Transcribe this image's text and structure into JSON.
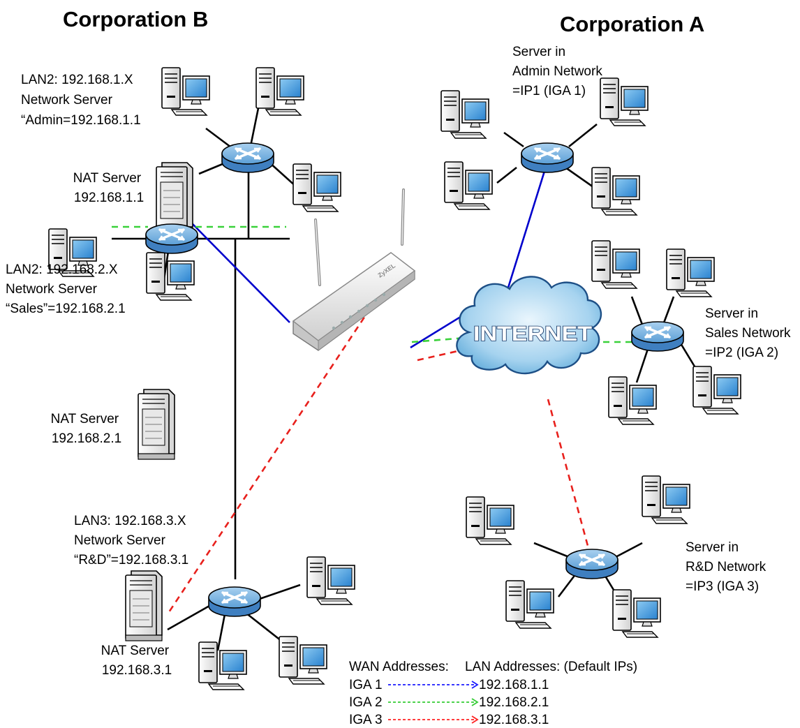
{
  "titles": {
    "corp_b": "Corporation B",
    "corp_a": "Corporation A"
  },
  "corp_b": {
    "lan1": [
      "LAN2: 192.168.1.X",
      "Network Server",
      "“Admin=192.168.1.1"
    ],
    "nat1": [
      "NAT Server",
      "192.168.1.1"
    ],
    "lan2": [
      "LAN2: 192.168.2.X",
      "Network Server",
      "“Sales”=192.168.2.1"
    ],
    "nat2": [
      "NAT Server",
      "192.168.2.1"
    ],
    "lan3": [
      "LAN3: 192.168.3.X",
      "Network Server",
      "“R&D”=192.168.3.1"
    ],
    "nat3": [
      "NAT Server",
      "192.168.3.1"
    ]
  },
  "corp_a": {
    "admin": [
      "Server in",
      "Admin Network",
      "=IP1 (IGA 1)"
    ],
    "sales": [
      "Server in",
      "Sales Network",
      "=IP2 (IGA 2)"
    ],
    "rnd": [
      "Server in",
      "R&D Network",
      "=IP3 (IGA 3)"
    ]
  },
  "cloud_label": "INTERNET",
  "router_brand": "ZyXEL",
  "legend": {
    "wan_header": "WAN Addresses:",
    "lan_header": "LAN Addresses: (Default IPs)",
    "rows": [
      {
        "iga": "IGA 1",
        "lan": "192.168.1.1",
        "color": "#1a1aff"
      },
      {
        "iga": "IGA 2",
        "lan": "192.168.2.1",
        "color": "#33cc33"
      },
      {
        "iga": "IGA 3",
        "lan": "192.168.3.1",
        "color": "#ff2222"
      }
    ]
  },
  "colors": {
    "blue": "#0000cc",
    "green": "#3ad13a",
    "red": "#e8201c",
    "black": "#000000",
    "router_blue": "#6aa8dc",
    "monitor": "#3a93d9"
  }
}
